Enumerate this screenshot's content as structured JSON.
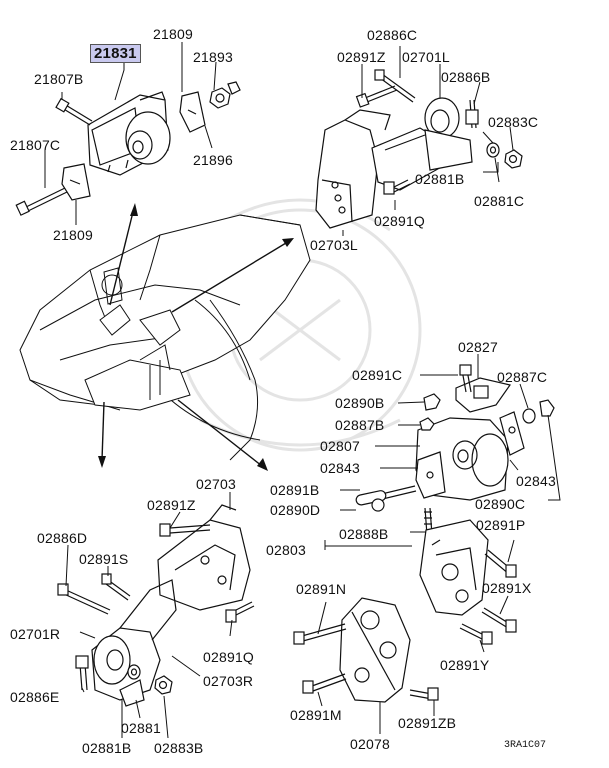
{
  "diagram": {
    "drawing_code": "3RA1C07",
    "highlighted_part": "21831",
    "labels": {
      "p21831": "21831",
      "p21809a": "21809",
      "p21893": "21893",
      "p21807b": "21807B",
      "p21807c": "21807C",
      "p21896": "21896",
      "p21809b": "21809",
      "p02886c": "02886C",
      "p02891z_t": "02891Z",
      "p02701l": "02701L",
      "p02886b": "02886B",
      "p02883c": "02883C",
      "p02881b_t": "02881B",
      "p02881c": "02881C",
      "p02891q_t": "02891Q",
      "p02703l": "02703L",
      "p02827": "02827",
      "p02891c": "02891C",
      "p02887c": "02887C",
      "p02890b": "02890B",
      "p02887b": "02887B",
      "p02807": "02807",
      "p02843a": "02843",
      "p02843b": "02843",
      "p02891b": "02891B",
      "p02890d": "02890D",
      "p02890c": "02890C",
      "p02888b": "02888B",
      "p02891p": "02891P",
      "p02803": "02803",
      "p02891x": "02891X",
      "p02891n": "02891N",
      "p02891y": "02891Y",
      "p02891m": "02891M",
      "p02891zb": "02891ZB",
      "p02078": "02078",
      "p02703": "02703",
      "p02891z_b": "02891Z",
      "p02886d": "02886D",
      "p02891s": "02891S",
      "p02701r": "02701R",
      "p02891q_b": "02891Q",
      "p02703r": "02703R",
      "p02886e": "02886E",
      "p02881": "02881",
      "p02881b_b": "02881B",
      "p02883b": "02883B"
    }
  }
}
